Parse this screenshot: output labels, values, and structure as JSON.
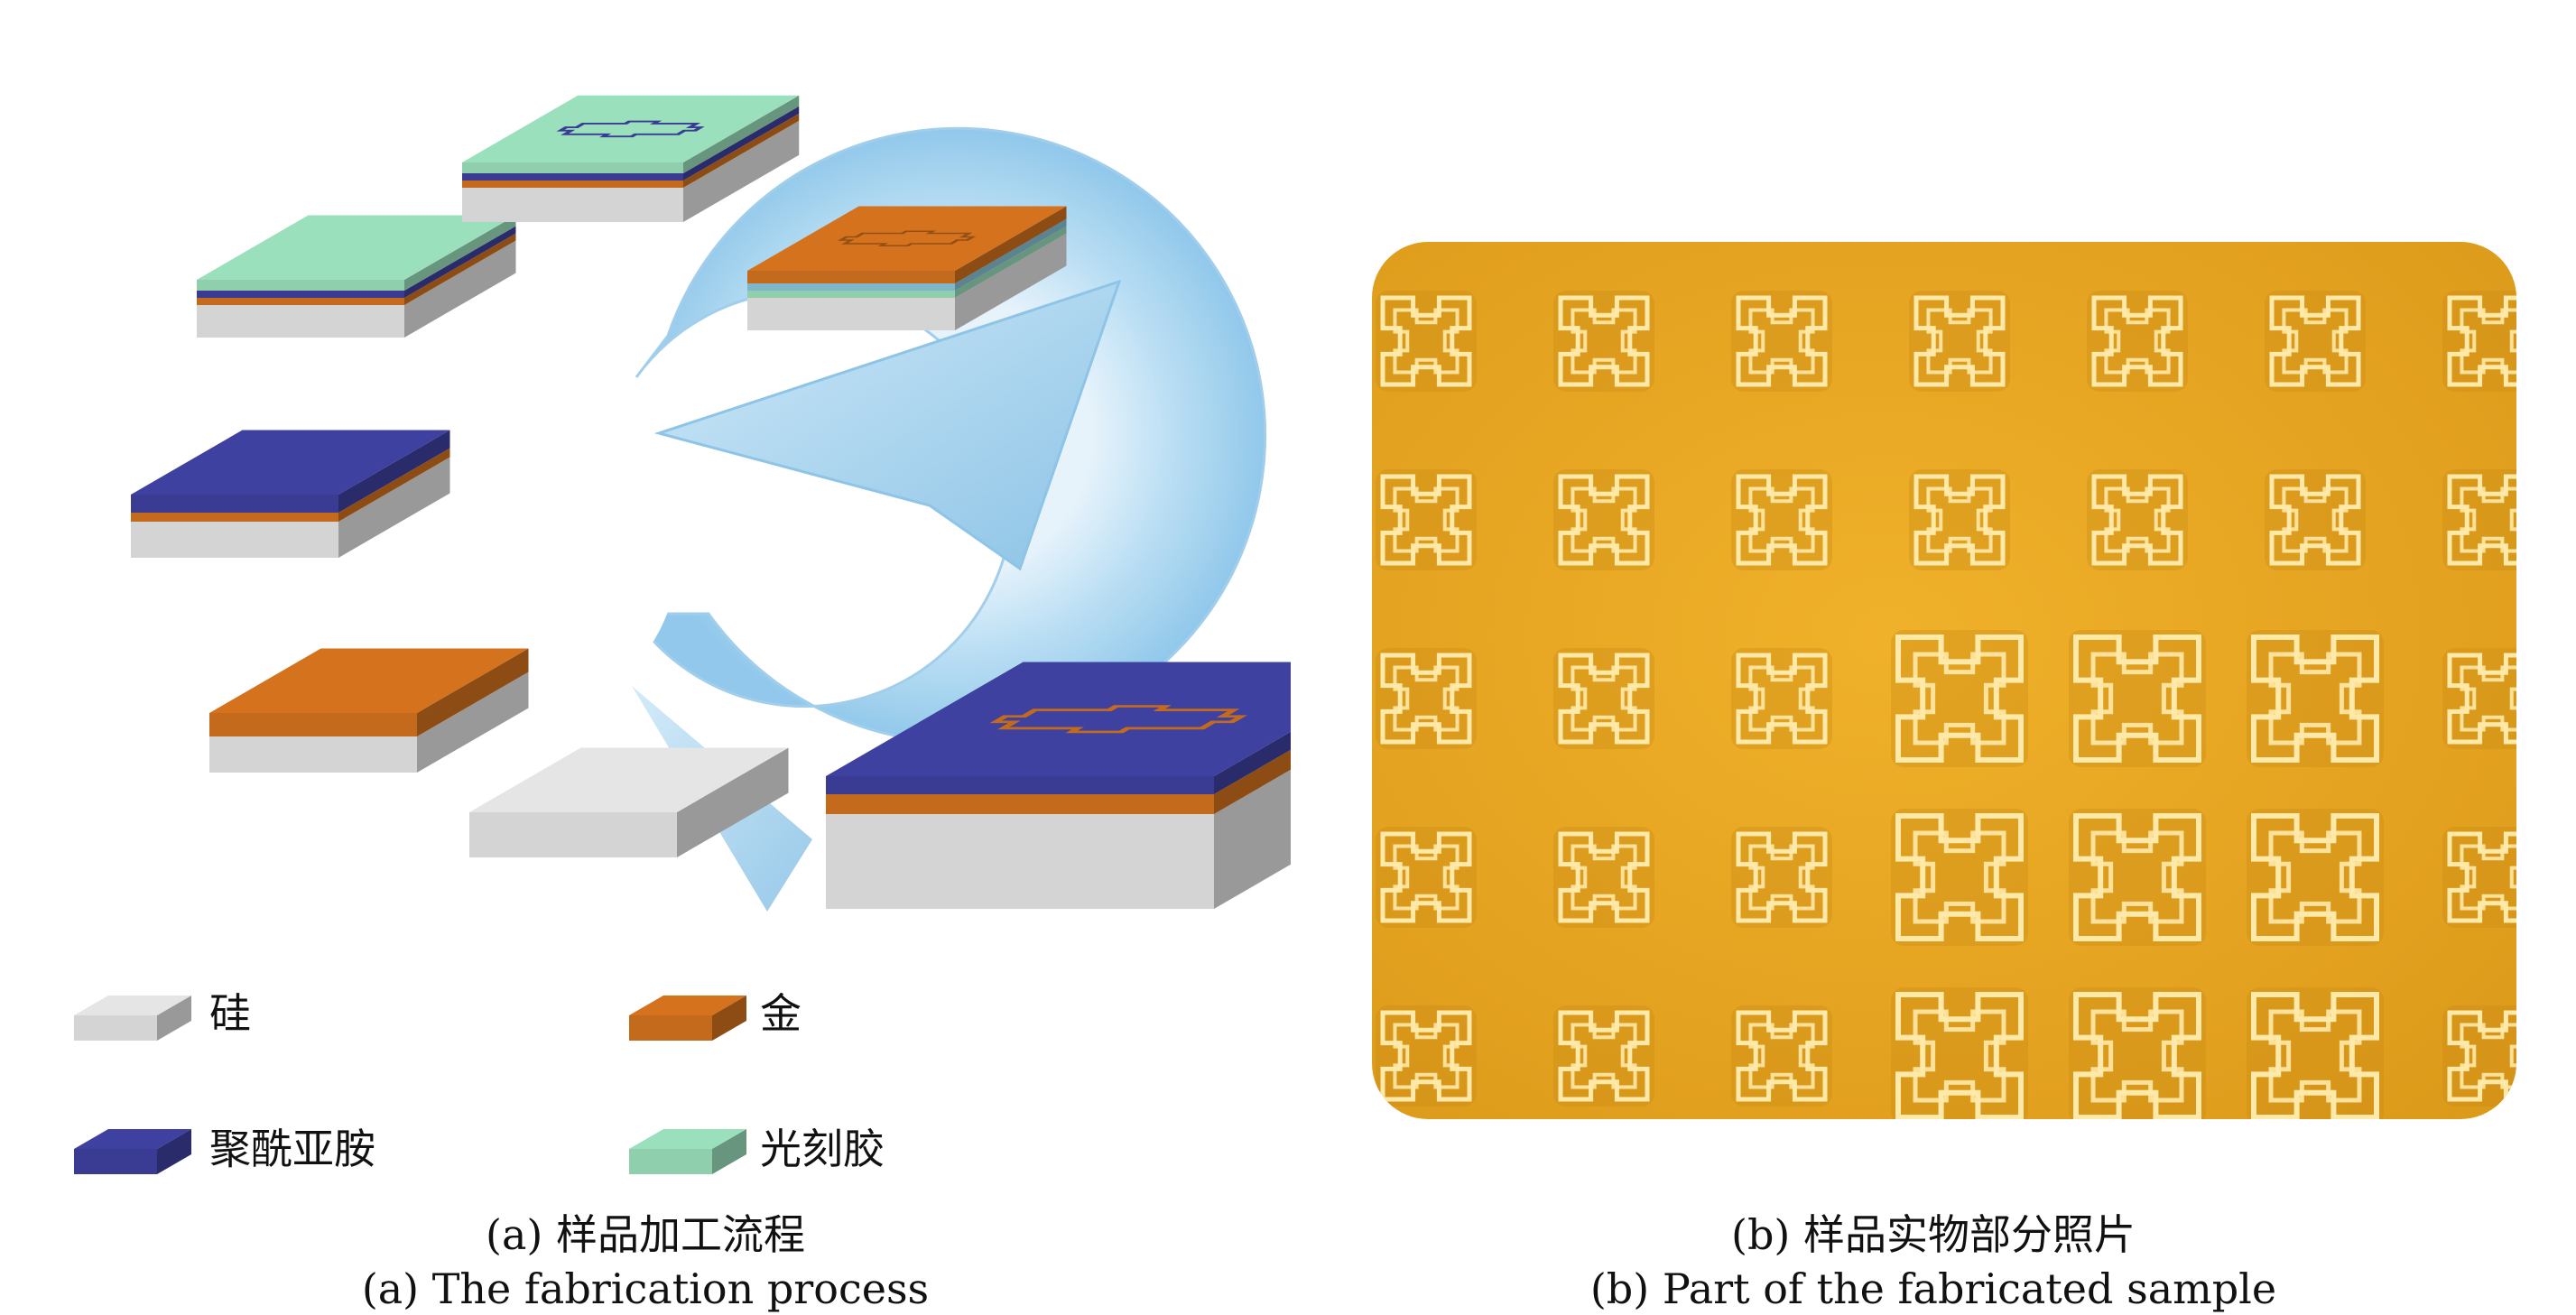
{
  "legend": {
    "silicon": "硅",
    "gold": "金",
    "polyimide": "聚酰亚胺",
    "photoresist": "光刻胶"
  },
  "captions": {
    "a_cn": "(a) 样品加工流程",
    "a_en": "(a) The fabrication process",
    "b_cn": "(b) 样品实物部分照片",
    "b_en": "(b) Part of the fabricated sample"
  },
  "colors": {
    "silicon": "#d4d4d4",
    "gold": "#c46a1c",
    "polyimide": "#3a3c94",
    "photoresist": "#8fcfae",
    "arrow": "#a6d3ee",
    "sample_bg": "#e8a621",
    "pattern": "#ffe9a8"
  },
  "photo": {
    "rows": 5,
    "cols": 7,
    "large_cells": [
      [
        2,
        3
      ],
      [
        2,
        4
      ],
      [
        2,
        5
      ],
      [
        3,
        3
      ],
      [
        3,
        4
      ],
      [
        3,
        5
      ],
      [
        4,
        3
      ],
      [
        4,
        4
      ],
      [
        4,
        5
      ]
    ]
  }
}
